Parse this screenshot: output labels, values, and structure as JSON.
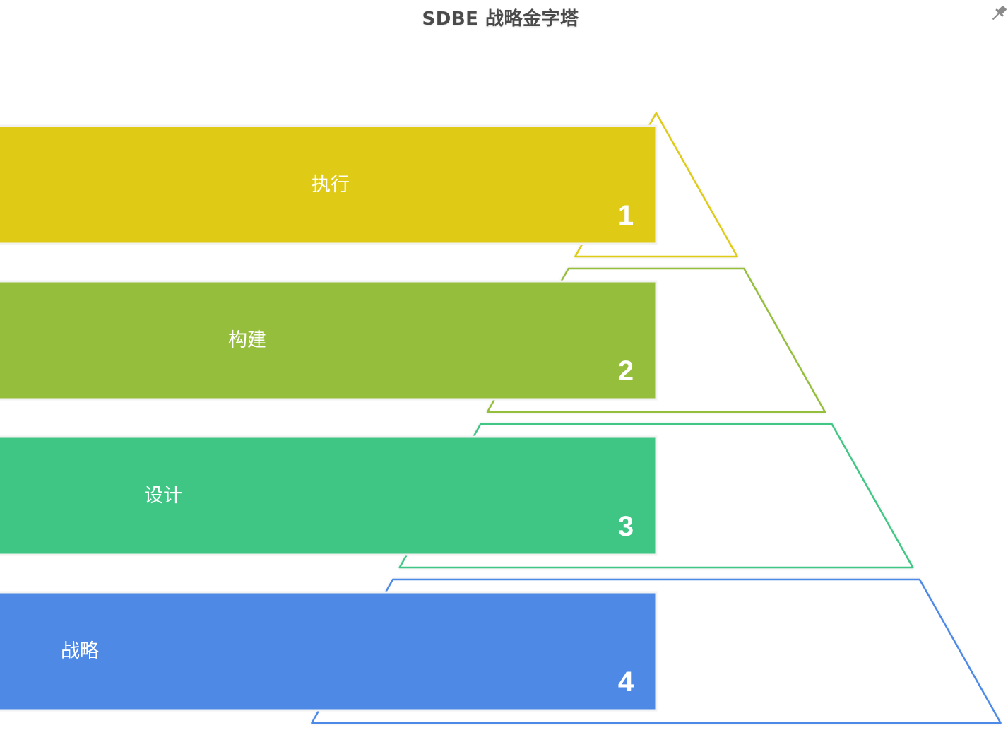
{
  "title": "SDBE 战略金字塔",
  "pin_icon": "pin-icon",
  "levels": [
    {
      "label": "执行",
      "number": "1",
      "color": "#dfcb16"
    },
    {
      "label": "构建",
      "number": "2",
      "color": "#95be3c"
    },
    {
      "label": "设计",
      "number": "3",
      "color": "#3fc685"
    },
    {
      "label": "战略",
      "number": "4",
      "color": "#4e89e6"
    }
  ]
}
